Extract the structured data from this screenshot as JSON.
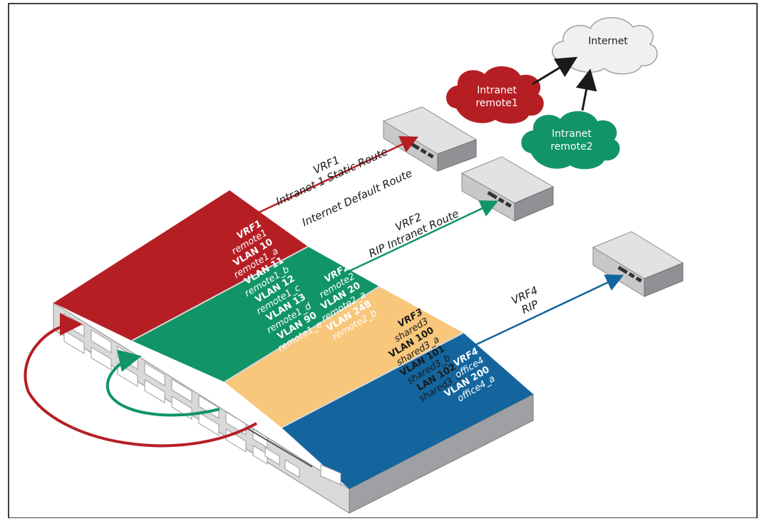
{
  "colors": {
    "vrf1": "#b51f24",
    "vrf2": "#119466",
    "vrf3": "#f8c77b",
    "vrf4": "#14659d",
    "switch_side": "#d9d9d9",
    "switch_right": "#9ea0a3",
    "cloud_internet": "#eff0f2",
    "arrow_black": "#1a1a1a"
  },
  "clouds": {
    "internet": "Internet",
    "intranet1": [
      "Intranet",
      "remote1"
    ],
    "intranet2": [
      "Intranet",
      "remote2"
    ]
  },
  "routes": {
    "vrf1_title": "VRF1",
    "vrf1_static": "Intranet 1 Static Route",
    "vrf1_default": "Internet Default Route",
    "vrf2_title": "VRF2",
    "vrf2_route": "RIP Intranet Route",
    "vrf4_title": "VRF4",
    "vrf4_route": "RIP"
  },
  "vrf_blocks": {
    "vrf1": [
      "VRF1",
      "remote1",
      "VLAN 10",
      "remote1_a",
      "VLAN 11",
      "remote1_b",
      "VLAN 12",
      "remote1_c",
      "VLAN 13",
      "remote1_d",
      "VLAN 90",
      "remote1_e"
    ],
    "vrf2": [
      "VRF2",
      "remote2",
      "VLAN 20",
      "remote2_a",
      "VLAN 248",
      "remote2_b"
    ],
    "vrf3": [
      "VRF3",
      "shared3",
      "VLAN 100",
      "shared3_a",
      "VLAN 101",
      "shared3_b",
      "LAN 102",
      "shared3_c"
    ],
    "vrf4": [
      "VRF4",
      "office4",
      "VLAN 200",
      "office4_a"
    ]
  },
  "icons": [
    "cloud-icon",
    "router-icon",
    "switch-icon"
  ]
}
